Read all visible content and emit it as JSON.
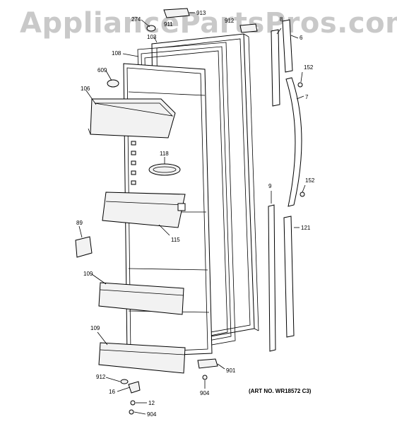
{
  "watermark": "AppliancePartsPros.com",
  "art_number": "(ART NO. WR18572 C3)",
  "callouts": {
    "c913": "913",
    "c274": "274",
    "c911": "911",
    "c103": "103",
    "c912top": "912",
    "c8": "8",
    "c6": "6",
    "c108": "108",
    "c609": "609",
    "c152a": "152",
    "c106": "106",
    "c7": "7",
    "c118": "118",
    "c152b": "152",
    "c9": "9",
    "c121": "121",
    "c89": "89",
    "c115": "115",
    "c109a": "109",
    "c109b": "109",
    "c912": "912",
    "c901": "901",
    "c16": "16",
    "c904a": "904",
    "c12": "12",
    "c904b": "904"
  }
}
